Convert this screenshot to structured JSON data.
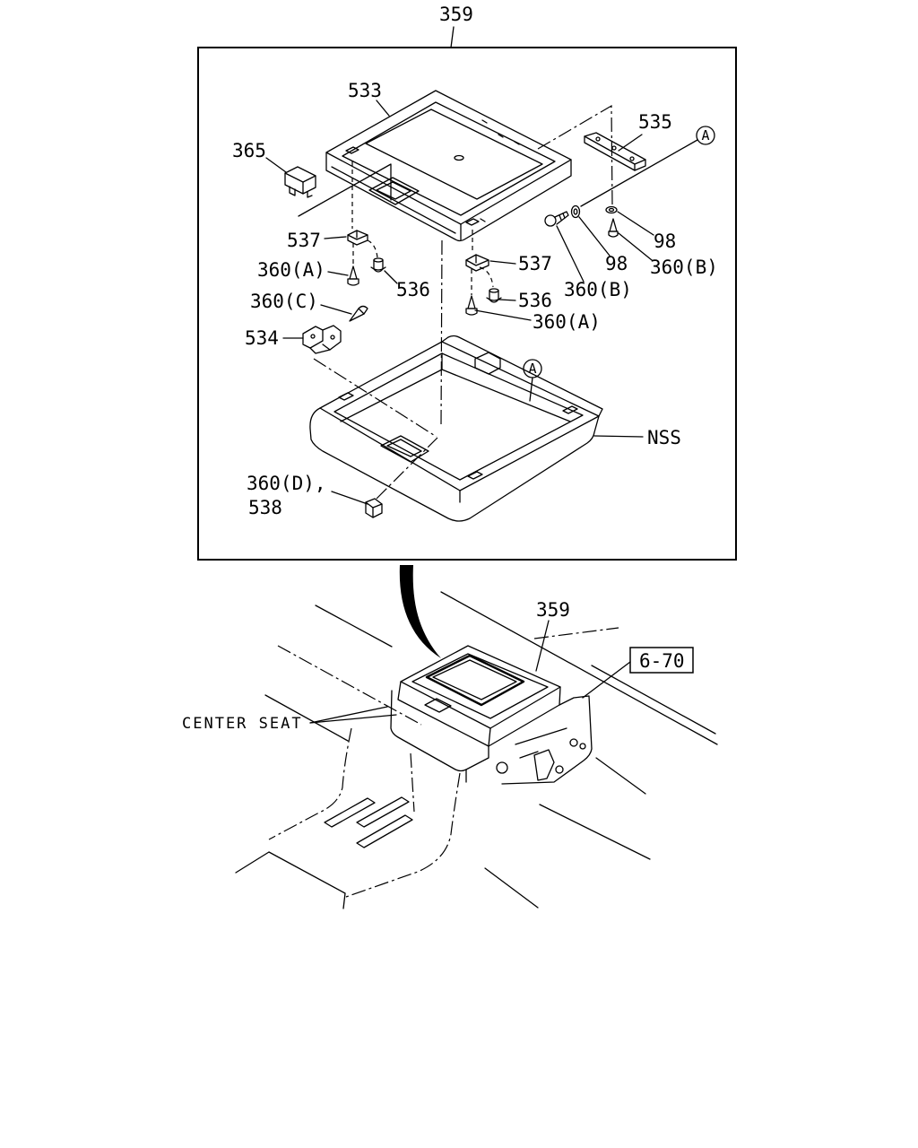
{
  "diagram": {
    "assembly_ref": "359",
    "callouts": {
      "lid": "533",
      "bracket_535": "535",
      "ref_a_upper": "A",
      "switch_365": "365",
      "clip_537_left": "537",
      "washer_98_right": "98",
      "screw_360a_left": "360(A)",
      "clip_537_right": "537",
      "washer_98_mid": "98",
      "screw_360b_right": "360(B)",
      "cap_536_left": "536",
      "screw_360b_mid": "360(B)",
      "screw_360c": "360(C)",
      "cap_536_right": "536",
      "screw_360a_right": "360(A)",
      "bracket_534": "534",
      "ref_a_lower": "A",
      "tray_nss": "NSS",
      "screw_360d": "360(D),",
      "clip_538": "538"
    },
    "location_view": {
      "assembly_ref": "359",
      "page_ref": "6-70",
      "center_seat": "CENTER SEAT"
    }
  }
}
